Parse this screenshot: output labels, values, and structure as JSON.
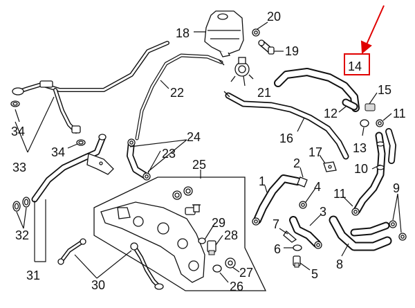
{
  "callouts": {
    "c1": "1",
    "c2": "2",
    "c3": "3",
    "c4": "4",
    "c5": "5",
    "c6": "6",
    "c7": "7",
    "c8": "8",
    "c9": "9",
    "c10": "10",
    "c11a": "11",
    "c11b": "11",
    "c12": "12",
    "c13": "13",
    "c14": "14",
    "c15": "15",
    "c16": "16",
    "c17": "17",
    "c18": "18",
    "c19": "19",
    "c20": "20",
    "c21": "21",
    "c22": "22",
    "c23": "23",
    "c24": "24",
    "c25": "25",
    "c26": "26",
    "c27": "27",
    "c28": "28",
    "c29": "29",
    "c30": "30",
    "c31": "31",
    "c32": "32",
    "c33": "33",
    "c34a": "34",
    "c34b": "34"
  },
  "colors": {
    "line": "#111111",
    "highlight": "#e00000",
    "background": "#ffffff"
  }
}
